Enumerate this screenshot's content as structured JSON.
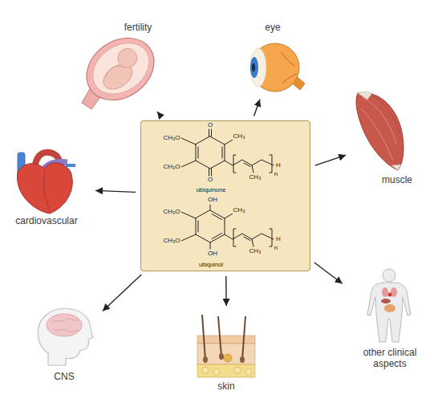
{
  "diagram": {
    "nodes": [
      {
        "text": [
          "fertility"
        ]
      },
      {
        "text": [
          "eye"
        ]
      },
      {
        "text": [
          "muscle"
        ]
      },
      {
        "text": [
          "cardiovascular"
        ]
      },
      {
        "text": [
          "ubiquinone",
          "ubiquinol"
        ]
      },
      {
        "text": [
          "other clinical aspects"
        ]
      },
      {
        "text": [
          "skin"
        ]
      },
      {
        "text": [
          "CNS"
        ]
      }
    ],
    "edges": [
      {
        "from": 4,
        "to": 0,
        "arrow": "to"
      },
      {
        "from": 4,
        "to": 1,
        "arrow": "to"
      },
      {
        "from": 4,
        "to": 2,
        "arrow": "to"
      },
      {
        "from": 4,
        "to": 3,
        "arrow": "to"
      },
      {
        "from": 4,
        "to": 5,
        "arrow": "to"
      },
      {
        "from": 4,
        "to": 6,
        "arrow": "to"
      },
      {
        "from": 4,
        "to": 7,
        "arrow": "to"
      }
    ],
    "labels": [
      "O",
      "O",
      "CH₃O",
      "CH₃O",
      "CH₃",
      "CH₃",
      "H",
      "n",
      "OH",
      "OH",
      "CH₃O",
      "CH₃O",
      "CH₃",
      "CH₃",
      "H",
      "n"
    ]
  }
}
